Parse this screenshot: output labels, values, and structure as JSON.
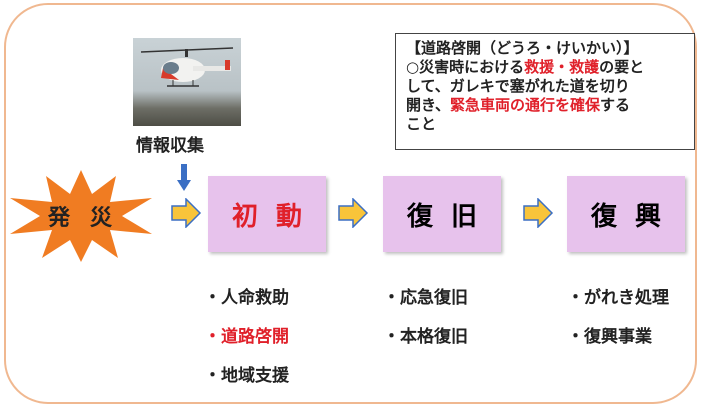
{
  "photo": {
    "caption": "情報収集"
  },
  "info_box": {
    "title": "【道路啓開（どうろ・けいかい）】",
    "line1_a": "○災害時における",
    "line1_b": "救援・救護",
    "line1_c": "の要と",
    "line2": "して、ガレキで塞がれた道を切り",
    "line3_a": "開き、",
    "line3_b": "緊急車両の通行を確保",
    "line3_c": "する",
    "line4": "こと"
  },
  "trigger": {
    "label": "発災"
  },
  "stages": [
    {
      "label": "初動",
      "color": "#e0202a",
      "items": [
        {
          "text": "・人命救助",
          "color": "#222222"
        },
        {
          "text": "・道路啓開",
          "color": "#e0202a"
        },
        {
          "text": "・地域支援",
          "color": "#222222"
        }
      ]
    },
    {
      "label": "復旧",
      "color": "#222222",
      "items": [
        {
          "text": "・応急復旧",
          "color": "#222222"
        },
        {
          "text": "・本格復旧",
          "color": "#222222"
        }
      ]
    },
    {
      "label": "復興",
      "color": "#222222",
      "items": [
        {
          "text": "・がれき処理",
          "color": "#222222"
        },
        {
          "text": "・復興事業",
          "color": "#222222"
        }
      ]
    }
  ],
  "colors": {
    "arrow_fill": "#f8c43a",
    "arrow_stroke": "#3b6fc4",
    "stage_fill": "#e7c2ec",
    "burst_fill": "#f07c22",
    "frame": "#f0b890"
  }
}
